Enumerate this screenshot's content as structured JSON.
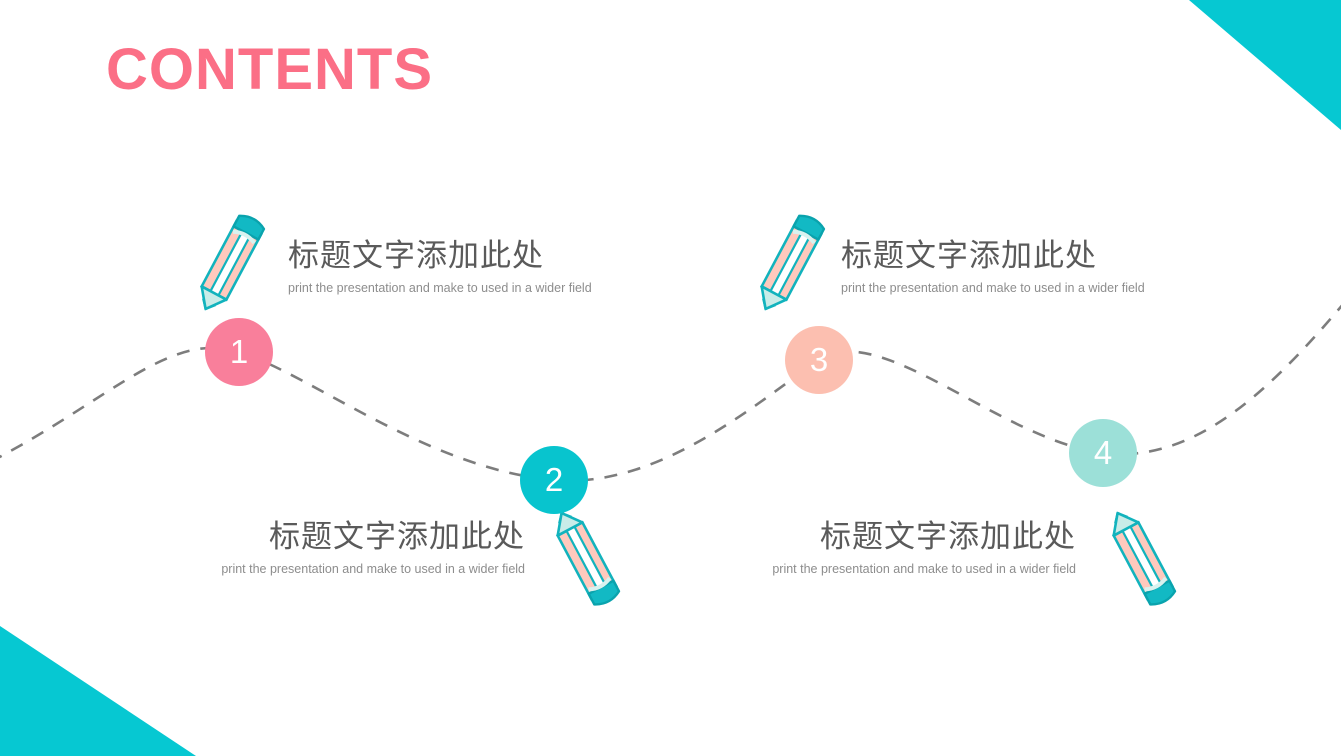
{
  "slide": {
    "title": "CONTENTS",
    "background_color": "#ffffff",
    "accent_cyan": "#06c8d2",
    "title_color": "#fb6f86"
  },
  "decorations": {
    "top_right_triangle": "cyan-triangle",
    "bottom_left_triangle": "cyan-triangle",
    "connector": "dashed-wave-line",
    "connector_color": "#808080"
  },
  "items": [
    {
      "number": "1",
      "circle_color": "#f97f9b",
      "heading": "标题文字添加此处",
      "subtitle": "print the presentation and make to used in a wider field",
      "icon": "pencil-icon",
      "align": "left"
    },
    {
      "number": "2",
      "circle_color": "#08c4ce",
      "heading": "标题文字添加此处",
      "subtitle": "print the presentation and make to used in a wider field",
      "icon": "pencil-icon",
      "align": "right"
    },
    {
      "number": "3",
      "circle_color": "#fcbfb0",
      "heading": "标题文字添加此处",
      "subtitle": "print the presentation and make to used in a wider field",
      "icon": "pencil-icon",
      "align": "left"
    },
    {
      "number": "4",
      "circle_color": "#9ce0d8",
      "heading": "标题文字添加此处",
      "subtitle": "print the presentation and make to used in a wider field",
      "icon": "pencil-icon",
      "align": "right"
    }
  ]
}
